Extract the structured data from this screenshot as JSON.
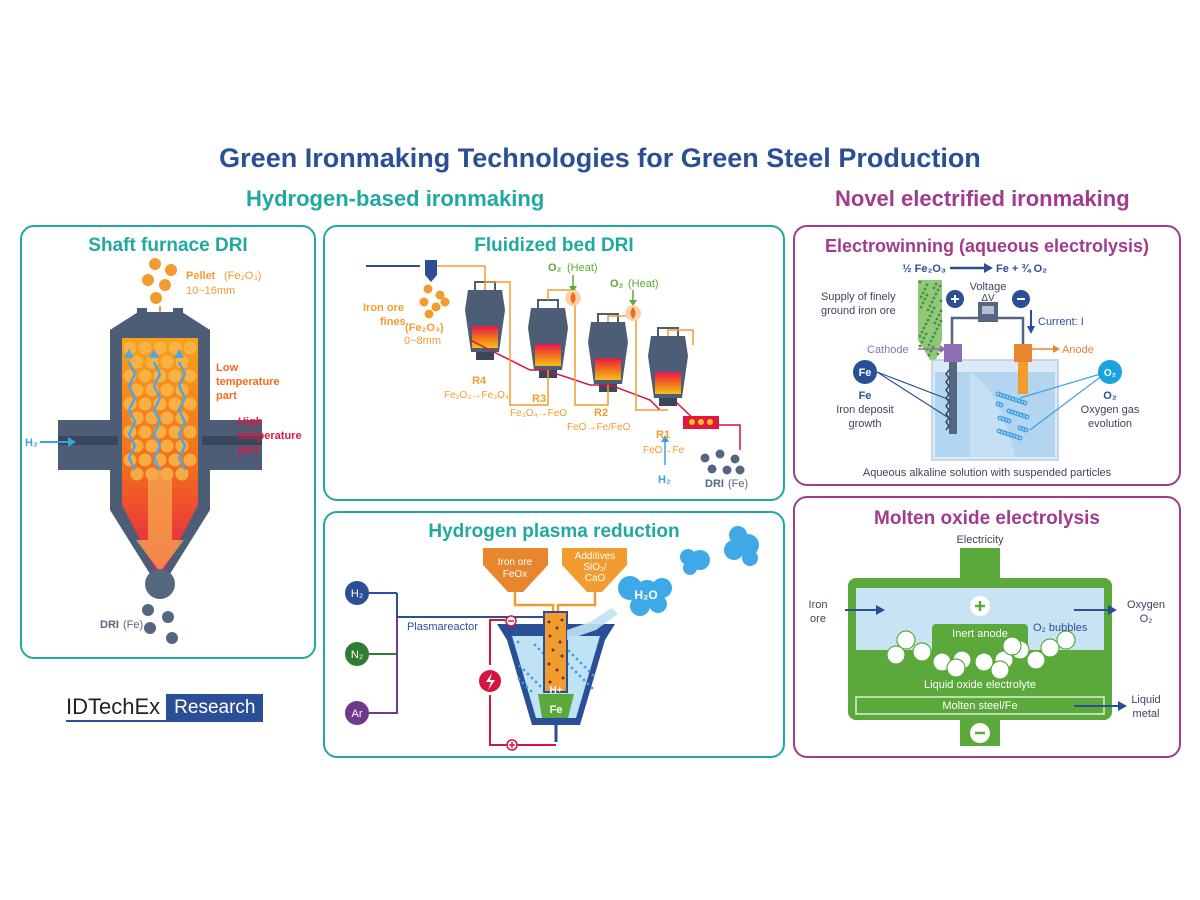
{
  "title": "Green Ironmaking Technologies for Green Steel Production",
  "sections": {
    "hydrogen": "Hydrogen-based ironmaking",
    "electrified": "Novel electrified ironmaking"
  },
  "colors": {
    "navy": "#2b4f97",
    "teal": "#1fa9a0",
    "magenta": "#a13b8e",
    "orange": "#f29b2f",
    "red": "#e1173e",
    "green": "#5aa93a",
    "grey": "#55667f"
  },
  "shaft": {
    "title": "Shaft furnace DRI",
    "pellet": "Pellet",
    "pellet_formula": "(Fe₂O₃)",
    "pellet_size": "10~16mm",
    "low1": "Low",
    "low2": "temperature",
    "low3": "part",
    "high1": "High",
    "high2": "temperature",
    "high3": "part",
    "h2": "H₂",
    "dri": "DRI",
    "dri_fe": "(Fe)"
  },
  "fluid": {
    "title": "Fluidized bed DRI",
    "fines1": "Iron ore",
    "fines2": "fines",
    "fines_formula": "(Fe₂O₃)",
    "fines_size": "0~8mm",
    "o2_1": "O₂",
    "o2_heat1": "(Heat)",
    "o2_2": "O₂",
    "o2_heat2": "(Heat)",
    "r4": "R4",
    "r4_eq": "Fe₂O₃→Fe₃O₄",
    "r3": "R3",
    "r3_eq": "Fe₃O₄→FeO",
    "r2": "R2",
    "r2_eq": "FeO→Fe/FeO",
    "r1": "R1",
    "r1_eq": "FeO→Fe",
    "h2": "H₂",
    "dri": "DRI",
    "dri_fe": "(Fe)"
  },
  "plasma": {
    "title": "Hydrogen plasma reduction",
    "hopper1_l1": "Iron ore",
    "hopper1_l2": "FeOx",
    "hopper2_l1": "Additives",
    "hopper2_l2": "SiO₂/",
    "hopper2_l3": "CaO",
    "h2o": "H₂O",
    "h2": "H₂",
    "n2": "N₂",
    "ar": "Ar",
    "reactor": "Plasmareactor",
    "hplus": "H+",
    "fe": "Fe"
  },
  "electrowin": {
    "title": "Electrowinning (aqueous electrolysis)",
    "eq_left": "½ Fe₂O₃",
    "eq_right": "Fe + ¾ O₂",
    "supply1": "Supply of finely",
    "supply2": "ground iron ore",
    "voltage": "Voltage",
    "dv": "ΔV",
    "current": "Current: I",
    "cathode": "Cathode",
    "anode": "Anode",
    "fe_symbol": "Fe",
    "fe_label": "Fe",
    "fe_desc1": "Iron deposit",
    "fe_desc2": "growth",
    "o2_symbol": "O₂",
    "o2_label": "O₂",
    "o2_desc1": "Oxygen gas",
    "o2_desc2": "evolution",
    "solution": "Aqueous alkaline solution with suspended particles"
  },
  "molten": {
    "title": "Molten oxide electrolysis",
    "electricity": "Electricity",
    "iron1": "Iron",
    "iron2": "ore",
    "oxygen1": "Oxygen",
    "oxygen2": "O₂",
    "inert": "Inert anode",
    "bubbles": "O₂ bubbles",
    "electrolyte": "Liquid oxide electrolyte",
    "steel": "Molten steel/Fe",
    "liquid1": "Liquid",
    "liquid2": "metal"
  },
  "logo": {
    "name": "IDTechEx",
    "research": "Research"
  }
}
